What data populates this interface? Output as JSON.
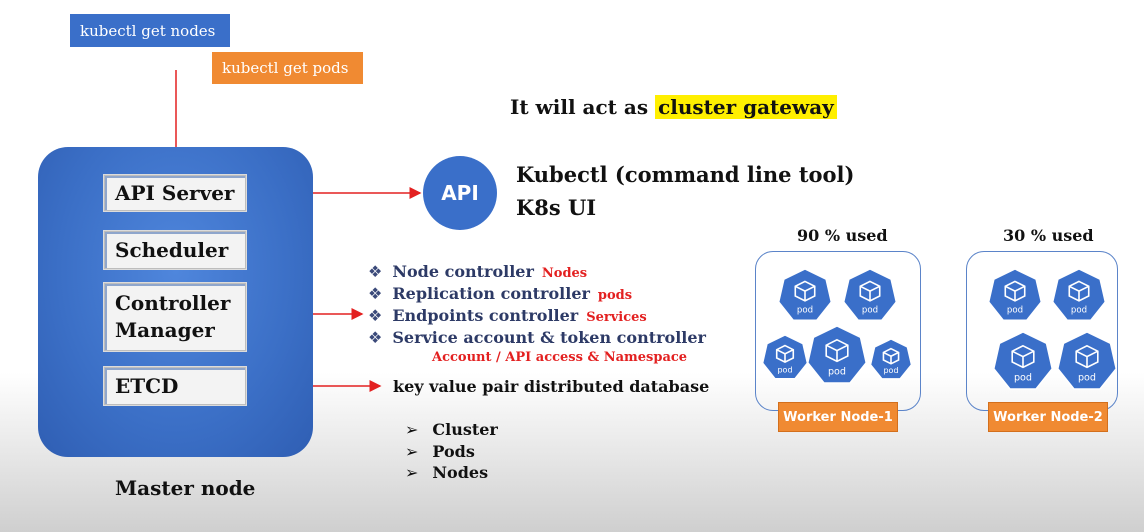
{
  "commands": {
    "get_nodes": "kubectl get nodes",
    "get_pods": "kubectl get pods"
  },
  "master": {
    "label": "Master node",
    "components": [
      "API Server",
      "Scheduler",
      "Controller Manager",
      "ETCD"
    ]
  },
  "gateway": {
    "prefix": "It will act as",
    "highlight": "cluster gateway"
  },
  "api": {
    "circle": "API",
    "line1": "Kubectl (command line tool)",
    "line2": "K8s UI"
  },
  "controllers": [
    {
      "name": "Node controller",
      "tag": "Nodes"
    },
    {
      "name": "Replication controller",
      "tag": "pods"
    },
    {
      "name": "Endpoints controller",
      "tag": "Services"
    },
    {
      "name": "Service account & token controller",
      "tag": ""
    }
  ],
  "controllers_note": "Account / API access & Namespace",
  "etcd": {
    "description": "key value pair distributed database",
    "items": [
      "Cluster",
      "Pods",
      "Nodes"
    ]
  },
  "workers": [
    {
      "usage": "90 % used",
      "label": "Worker Node-1",
      "pod_label": "pod"
    },
    {
      "usage": "30 % used",
      "label": "Worker Node-2",
      "pod_label": "pod"
    }
  ],
  "colors": {
    "blue": "#3a6fc9",
    "orange": "#f08a32",
    "red": "#e32020",
    "highlight": "#ffef00"
  }
}
